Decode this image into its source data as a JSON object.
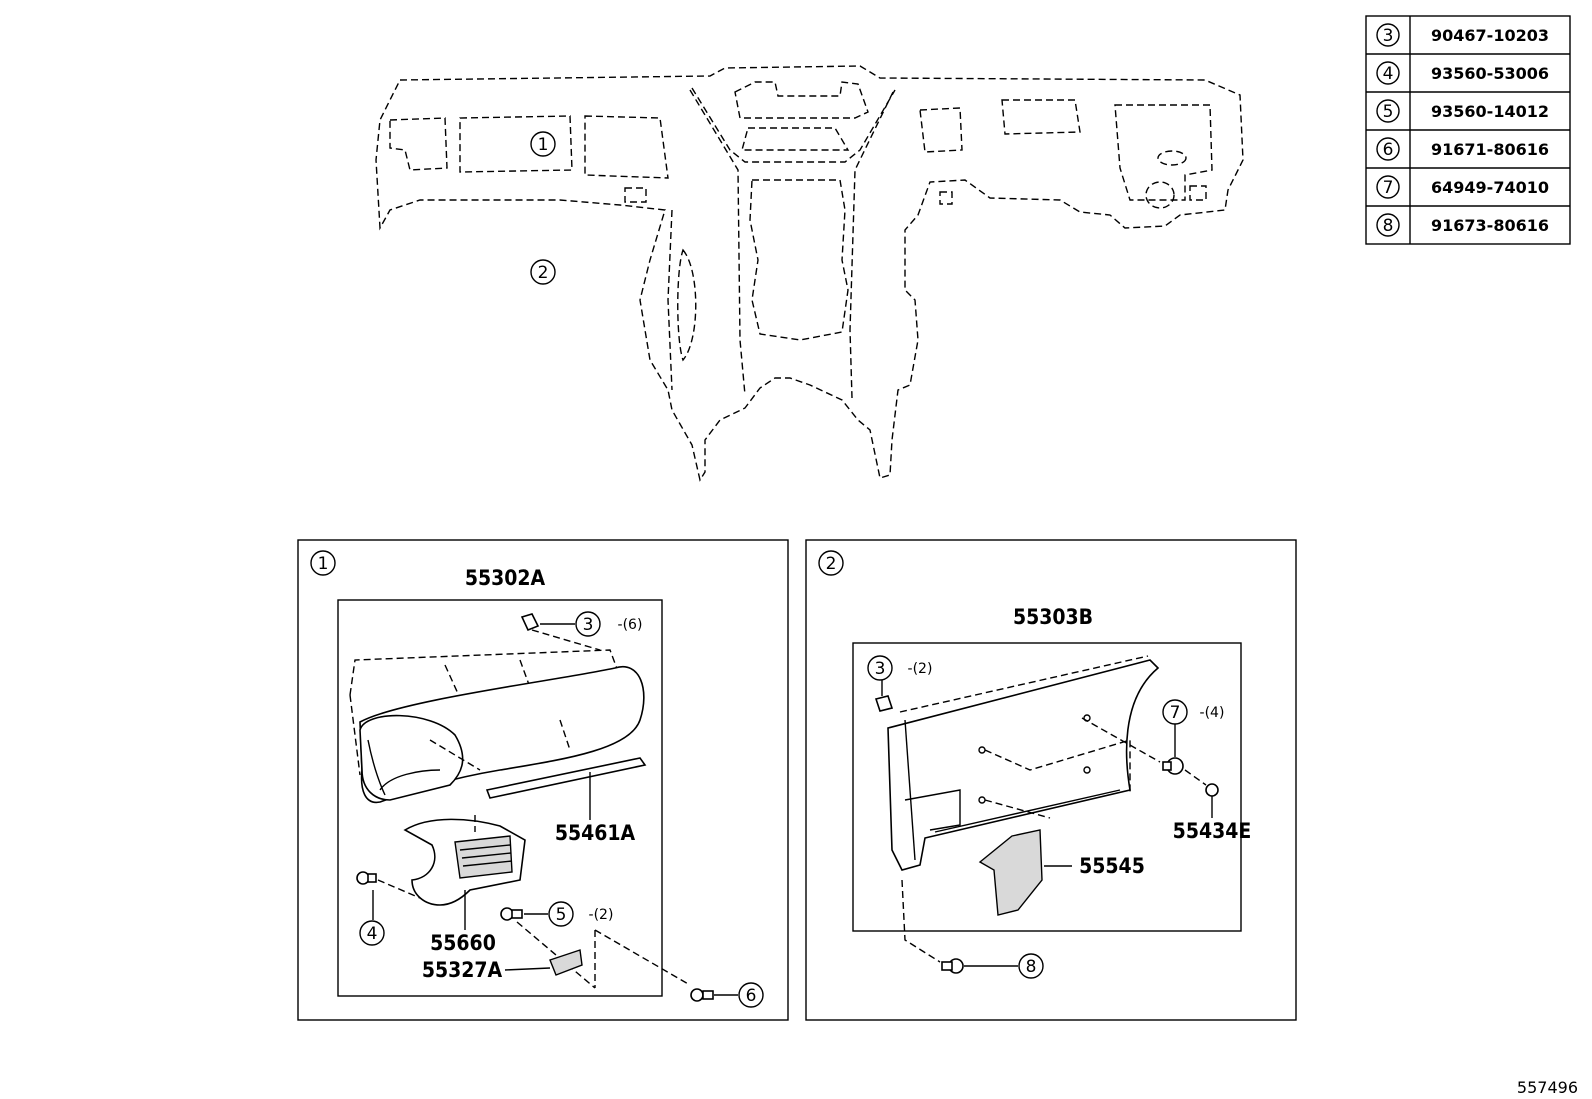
{
  "parts_table": [
    {
      "ref": "3",
      "part_no": "90467-10203"
    },
    {
      "ref": "4",
      "part_no": "93560-53006"
    },
    {
      "ref": "5",
      "part_no": "93560-14012"
    },
    {
      "ref": "6",
      "part_no": "91671-80616"
    },
    {
      "ref": "7",
      "part_no": "64949-74010"
    },
    {
      "ref": "8",
      "part_no": "91673-80616"
    }
  ],
  "overview": {
    "callout_1": "1",
    "callout_2": "2"
  },
  "panel_1": {
    "index": "1",
    "assembly": "55302A",
    "labels": {
      "p55461A": "55461A",
      "p55660": "55660",
      "p55327A": "55327A"
    },
    "callouts": {
      "c3": "3",
      "c3_qty": "-(6)",
      "c4": "4",
      "c5": "5",
      "c5_qty": "-(2)",
      "c6": "6"
    }
  },
  "panel_2": {
    "index": "2",
    "assembly": "55303B",
    "labels": {
      "p55434E": "55434E",
      "p55545": "55545"
    },
    "callouts": {
      "c3": "3",
      "c3_qty": "-(2)",
      "c7": "7",
      "c7_qty": "-(4)",
      "c8": "8"
    }
  },
  "illustration_no": "557496"
}
